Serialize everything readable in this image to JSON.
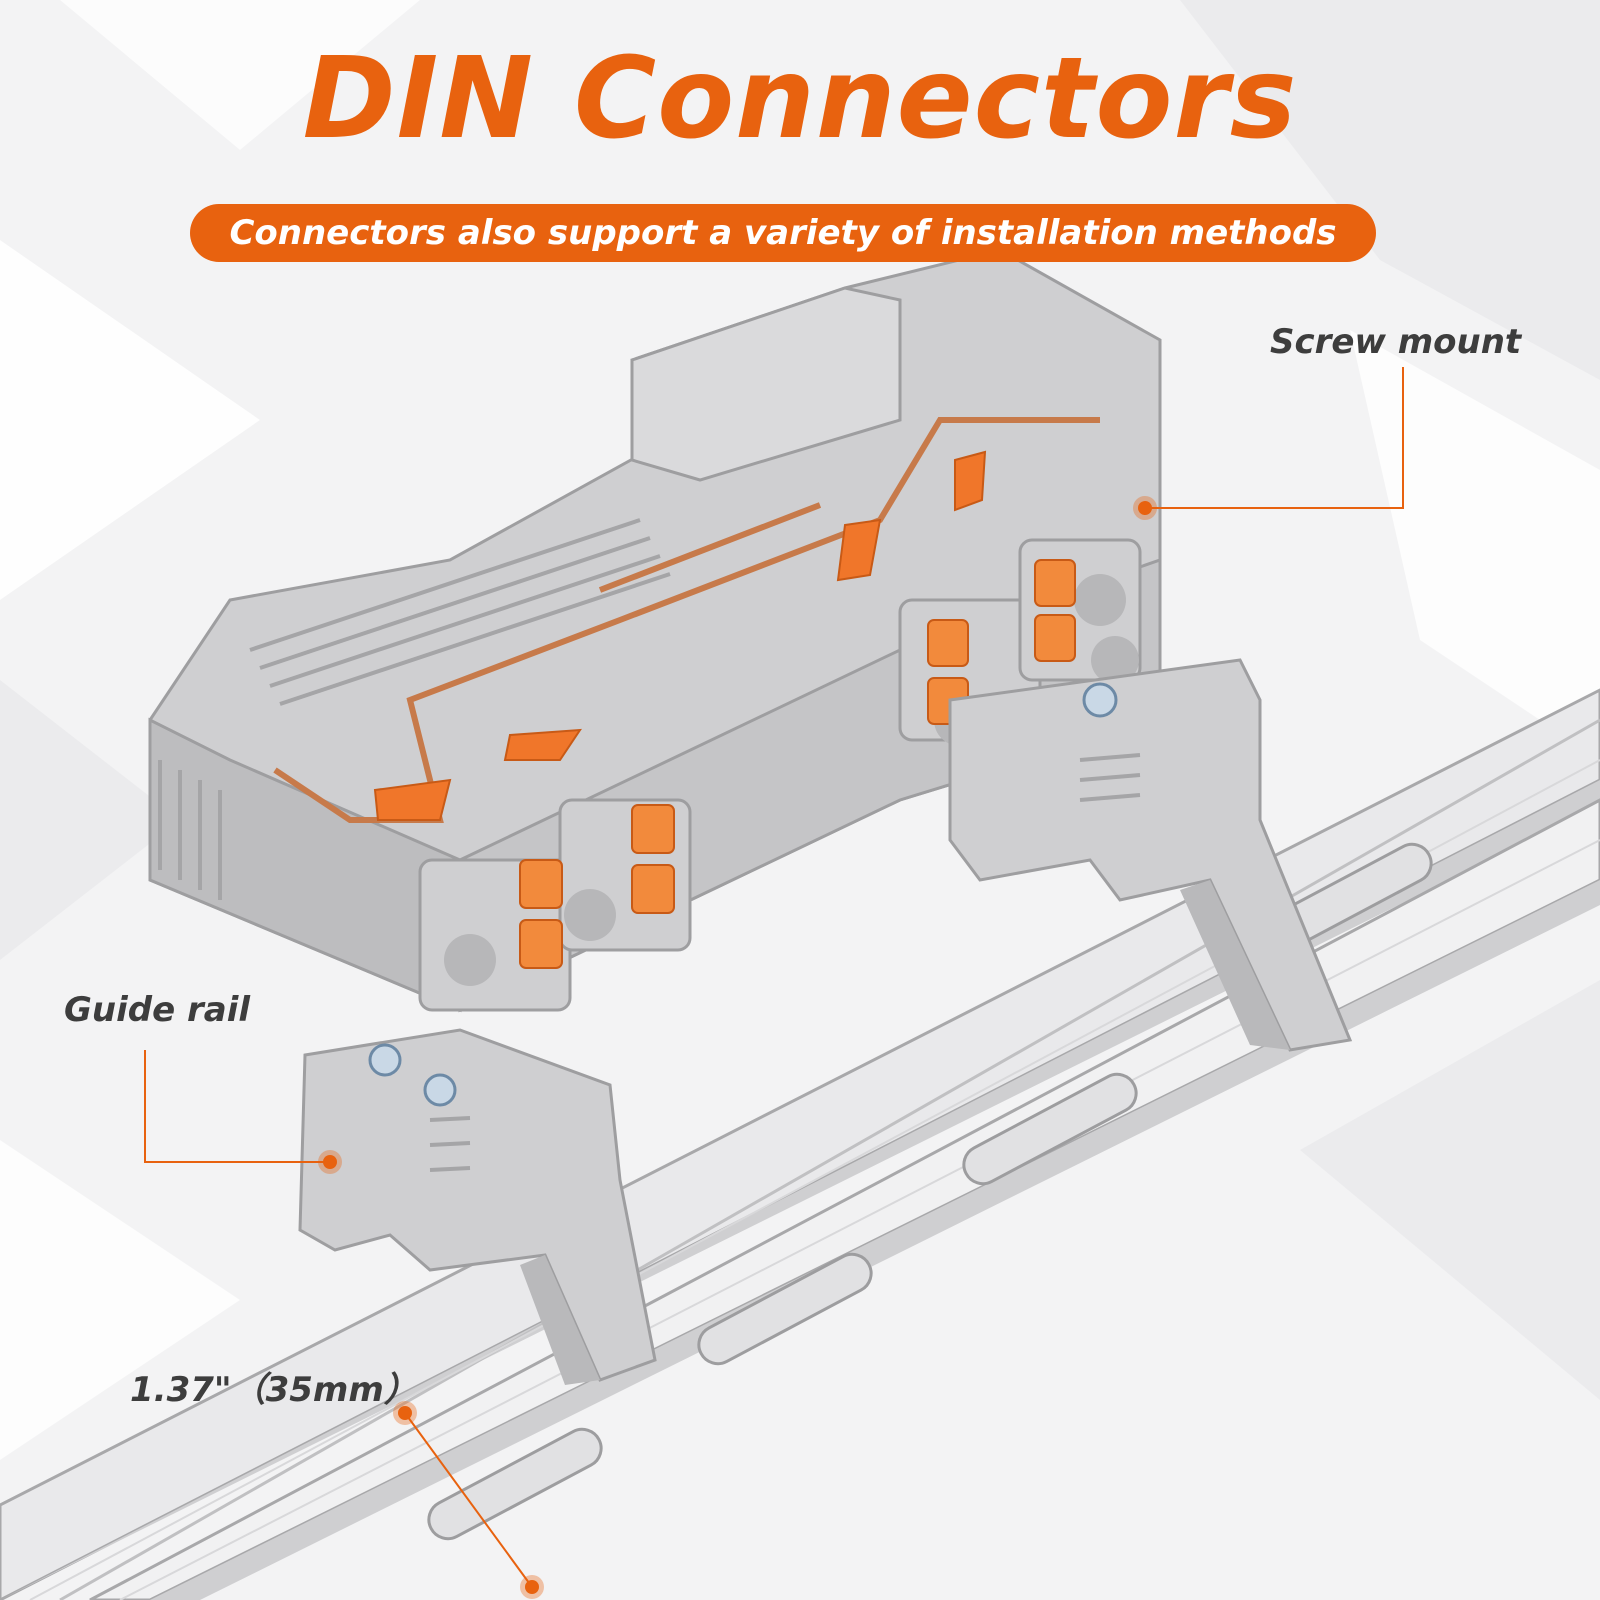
{
  "title": "DIN Connectors",
  "subtitle": "Connectors also support a variety of installation methods",
  "callouts": {
    "screw_mount": "Screw mount",
    "guide_rail": "Guide rail",
    "rail_width": "1.37\"（35mm）"
  },
  "colors": {
    "accent": "#e8620f",
    "housing": "#c9c9cb",
    "housing_dark": "#a9a9ab",
    "lever": "#f0762a",
    "copper": "#c77a4a",
    "rail": "#e4e4e6",
    "label": "#3d3d3d"
  }
}
